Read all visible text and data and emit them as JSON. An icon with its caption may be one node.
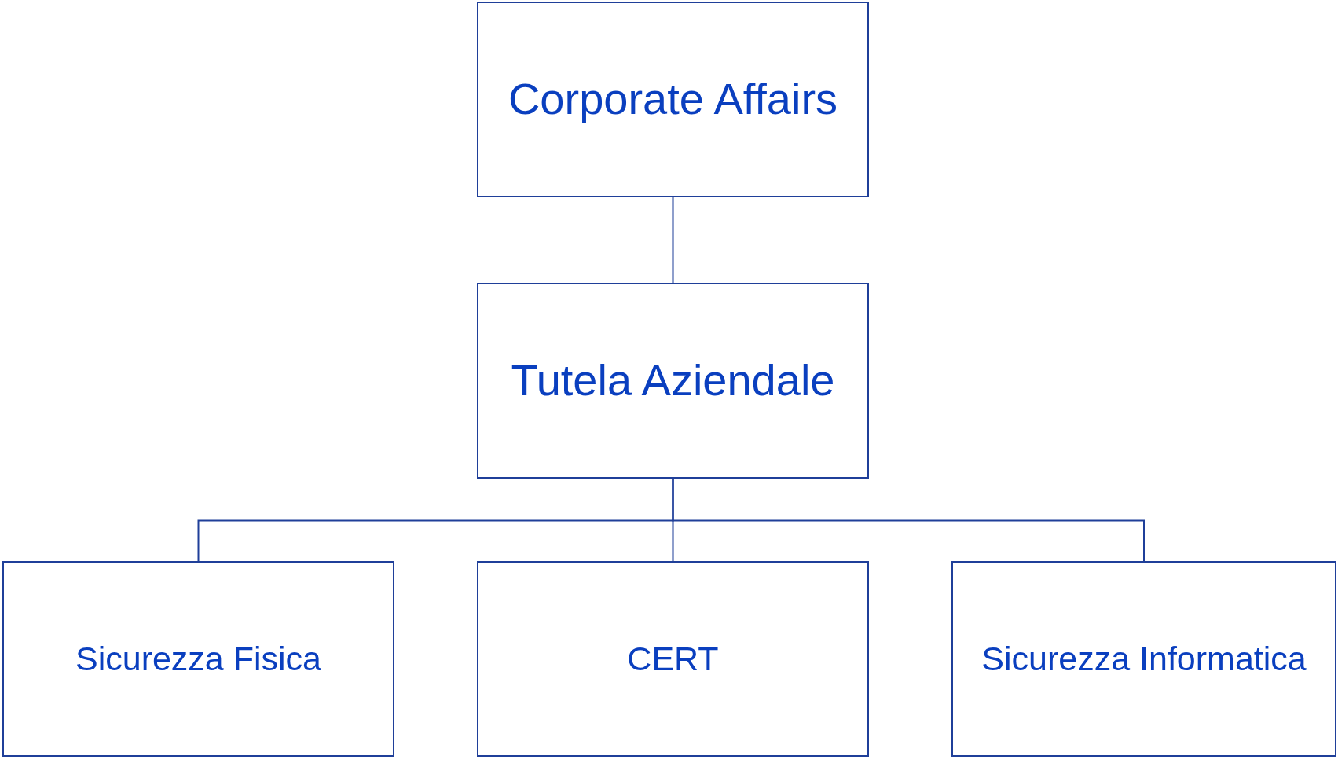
{
  "diagram": {
    "nodes": [
      {
        "text": [
          "Corporate Affairs"
        ]
      },
      {
        "text": [
          "Tutela Aziendale"
        ]
      },
      {
        "text": [
          "Sicurezza Fisica"
        ]
      },
      {
        "text": [
          "CERT"
        ]
      },
      {
        "text": [
          "Sicurezza Informatica"
        ]
      }
    ],
    "edges": [
      {
        "from": 0,
        "to": 1,
        "arrow": "none"
      },
      {
        "from": 1,
        "to": 2,
        "arrow": "none"
      },
      {
        "from": 1,
        "to": 3,
        "arrow": "none"
      },
      {
        "from": 1,
        "to": 4,
        "arrow": "none"
      }
    ]
  }
}
